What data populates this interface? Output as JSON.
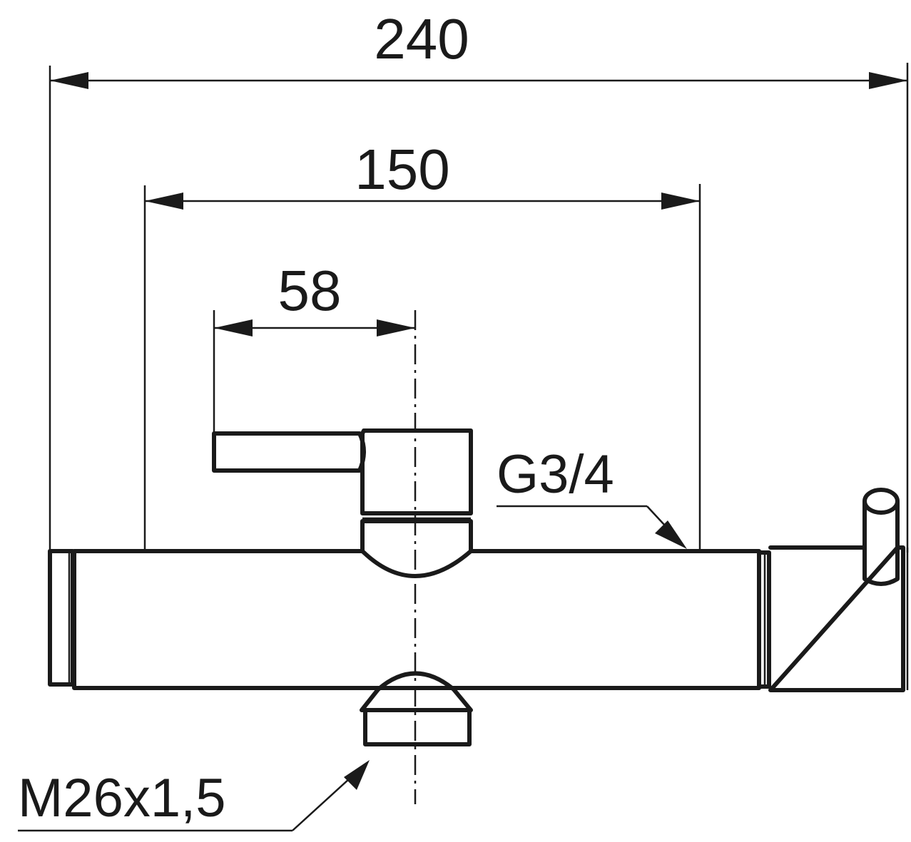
{
  "dimensions": {
    "overall_width": "240",
    "inlet_spacing": "150",
    "handle_offset": "58"
  },
  "callouts": {
    "inlet_thread": "G3/4",
    "outlet_thread": "M26x1,5"
  },
  "colors": {
    "line": "#1a1a1a",
    "background": "#ffffff"
  }
}
